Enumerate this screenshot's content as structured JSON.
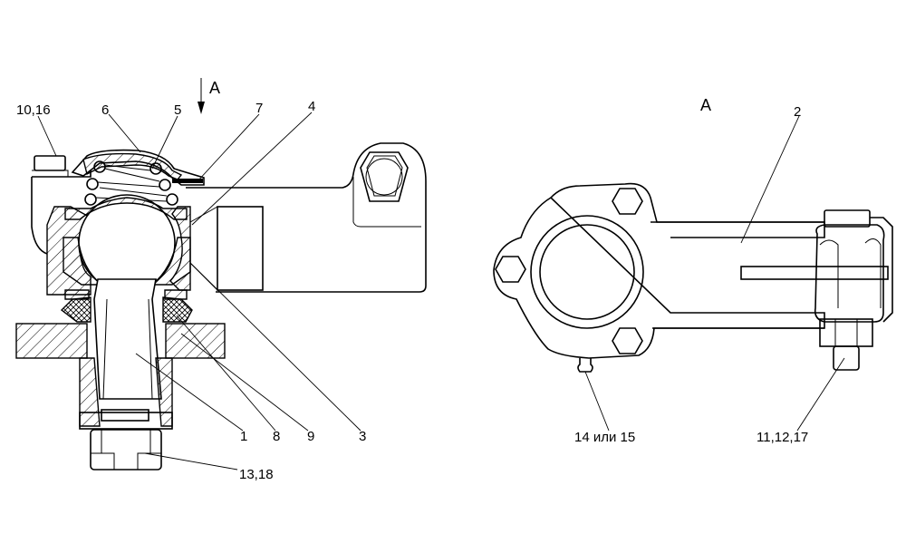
{
  "view_label": "A",
  "labels": {
    "l_10_16": "10,16",
    "l_6": "6",
    "l_5": "5",
    "l_7": "7",
    "l_4": "4",
    "l_1": "1",
    "l_8": "8",
    "l_9": "9",
    "l_3": "3",
    "l_13_18": "13,18",
    "l_2": "2",
    "l_14_15": "14 или 15",
    "l_11_12_17": "11,12,17"
  }
}
